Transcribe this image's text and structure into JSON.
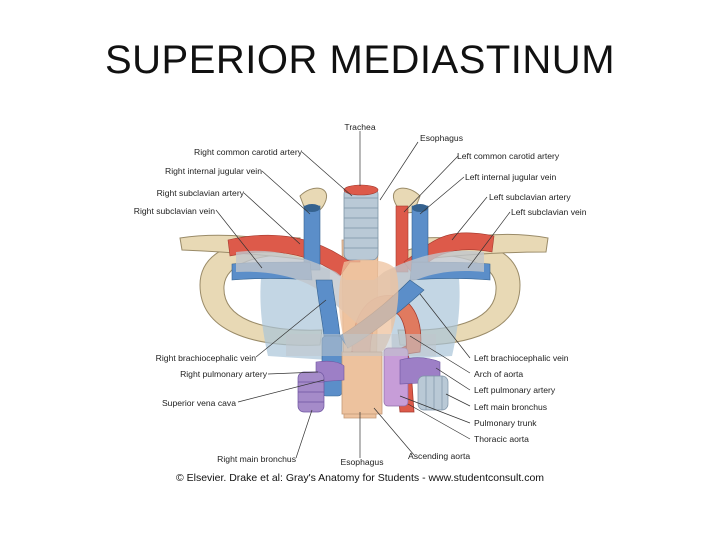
{
  "slide": {
    "title": "SUPERIOR MEDIASTINUM"
  },
  "figure": {
    "credit": "© Elsevier. Drake et al: Gray's Anatomy for Students - www.studentconsult.com",
    "colors": {
      "bone": "#e8d9b5",
      "vein": "#5b8ec9",
      "artery": "#dd5a4a",
      "bronchus": "#a58bc9",
      "trachea": "#b9c9d6",
      "pleura": "#c0c6cc",
      "thymus": "#edc29e"
    },
    "labels": {
      "trachea": "Trachea",
      "esophagus_top": "Esophagus",
      "right_common_carotid": "Right common carotid artery",
      "left_common_carotid": "Left common carotid artery",
      "right_internal_jugular": "Right internal jugular vein",
      "left_internal_jugular": "Left internal jugular vein",
      "right_subclavian_artery": "Right subclavian artery",
      "left_subclavian_artery": "Left subclavian artery",
      "right_subclavian_vein": "Right subclavian vein",
      "left_subclavian_vein": "Left subclavian vein",
      "right_brachiocephalic_vein": "Right brachiocephalic vein",
      "left_brachiocephalic_vein": "Left brachiocephalic vein",
      "right_pulmonary_artery": "Right pulmonary artery",
      "arch_of_aorta": "Arch of aorta",
      "left_pulmonary_artery": "Left pulmonary artery",
      "superior_vena_cava": "Superior vena cava",
      "left_main_bronchus": "Left main bronchus",
      "pulmonary_trunk": "Pulmonary trunk",
      "thoracic_aorta": "Thoracic aorta",
      "right_main_bronchus": "Right main bronchus",
      "esophagus_bottom": "Esophagus",
      "ascending_aorta": "Ascending aorta"
    }
  }
}
